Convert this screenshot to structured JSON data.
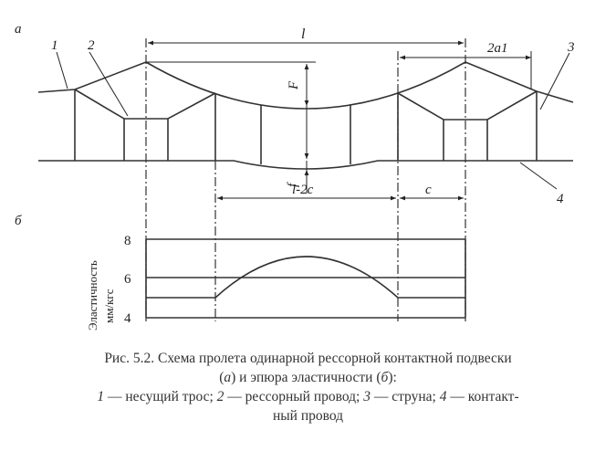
{
  "diagram": {
    "panel_a": "а",
    "panel_b": "б",
    "callouts": {
      "c1": "1",
      "c2": "2",
      "c3": "3",
      "c4": "4"
    },
    "dimensions": {
      "span": "l",
      "sag_carrier": "F",
      "sag_contact": "f",
      "width_2a1": "2a1",
      "middle": "l-2c",
      "offset_c": "c"
    },
    "elasticity_axis": {
      "label_line1": "Эластичность",
      "label_line2": "мм/кгс",
      "ticks": [
        "8",
        "6",
        "4"
      ]
    }
  },
  "caption": {
    "line1": "Рис. 5.2. Схема пролета одинарной рессорной контактной подвески",
    "line2a": "(",
    "line2_a": "а",
    "line2b": ") и эпюра эластичности (",
    "line2_b": "б",
    "line2c": "):",
    "n1": "1",
    "t1": " — несущий трос; ",
    "n2": "2",
    "t2": " — рессорный провод; ",
    "n3": "3",
    "t3": " — струна; ",
    "n4": "4",
    "t4": " — контакт-",
    "line4": "ный провод"
  }
}
